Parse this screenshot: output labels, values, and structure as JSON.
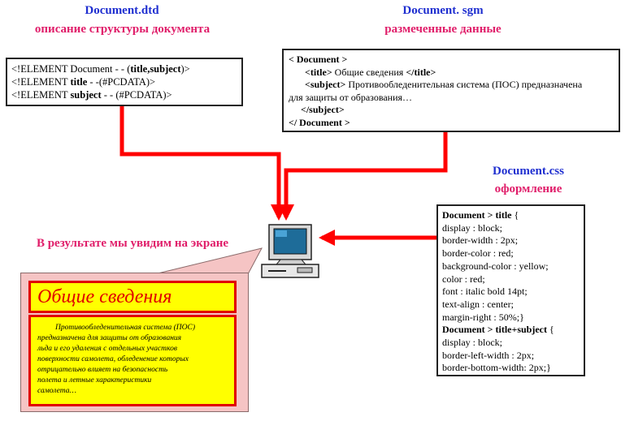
{
  "dtd": {
    "filename": "Document.dtd",
    "caption": "описание структуры документа",
    "lines": [
      [
        "<!ELEMENT Document -  - (",
        "title,subject",
        ")>"
      ],
      [
        "<!ELEMENT ",
        "title",
        " - -(#PCDATA)>"
      ],
      [
        "<!ELEMENT ",
        "subject",
        "  - - (#PCDATA)>"
      ]
    ]
  },
  "sgm": {
    "filename": "Document. sgm",
    "caption": "размеченные данные",
    "line1": "< Document >",
    "line2_open": "<title>",
    "line2_text": " Общие сведения ",
    "line2_close": "</title>",
    "line3_open": "<subject>",
    "line3_text": " Противообледенительная система (ПОС) предназначена",
    "line4": "для защиты от образования…",
    "line5": "</subject>",
    "line6": "</ Document >"
  },
  "css": {
    "filename": "Document.css",
    "caption": "оформление",
    "sel1_pre": "Document > ",
    "sel1_key": "title",
    "sel1_post": " {",
    "rules1": [
      "display : block;",
      "border-width : 2px;",
      "border-color : red;",
      "background-color : yellow;",
      "color : red;",
      "font : italic bold 14pt;",
      "text-align : center;",
      "margin-right : 50%;}"
    ],
    "sel2_pre": "Document > ",
    "sel2_key": "title+subject",
    "sel2_post": " {",
    "rules2": [
      "display : block;",
      "border-left-width : 2px;",
      "border-bottom-width: 2px;}"
    ]
  },
  "result": {
    "caption": "В результате мы увидим на экране",
    "title": "Общие сведения",
    "body_lines": [
      "Противообледенительная система (ПОС)",
      "предназначена для защиты от образования",
      "льда и его удаления с отдельных участков",
      "поверхности самолета, обледенение которых",
      "отрицательно влияет на безопасность",
      "полета и летные характеристики",
      "самолета…"
    ]
  },
  "colors": {
    "arrow": "#ff0000",
    "heading_blue": "#1f2fd0",
    "heading_magenta": "#e01e6a",
    "result_fill": "#ffff00",
    "result_border": "#e00000",
    "callout_fill": "#f5c4c4"
  },
  "icons": [
    "computer-icon"
  ]
}
